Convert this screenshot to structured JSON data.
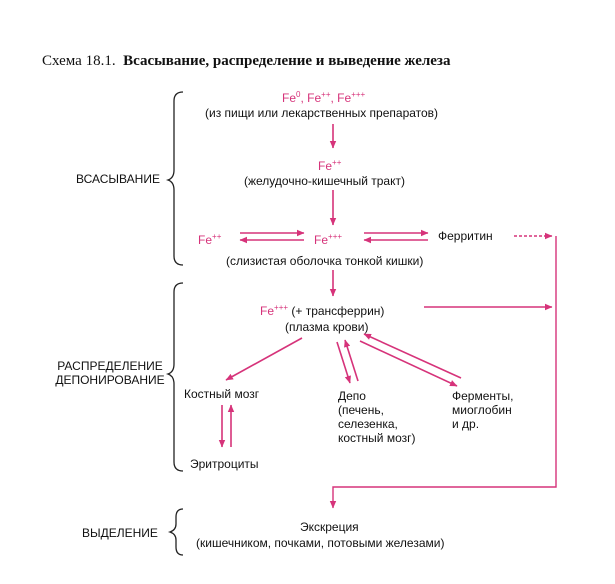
{
  "title": {
    "prefix": "Схема 18.1.",
    "main": "Всасывание, распределение и выведение железа"
  },
  "colors": {
    "accent": "#d6337a",
    "text": "#111111"
  },
  "sections": {
    "absorption": "ВСАСЫВАНИЕ",
    "distribution_1": "РАСПРЕДЕЛЕНИЕ",
    "distribution_2": "ДЕПОНИРОВАНИЕ",
    "excretion": "ВЫДЕЛЕНИЕ"
  },
  "nodes": {
    "fe_sources": {
      "fe0_base": "Fe",
      "fe0_sup": "0",
      "sep1": ", ",
      "fe2_base": "Fe",
      "fe2_sup": "++",
      "sep2": ", ",
      "fe3_base": "Fe",
      "fe3_sup": "+++"
    },
    "food_source": "(из пищи или лекарственных препаратов)",
    "fe2_gi": {
      "base": "Fe",
      "sup": "++"
    },
    "gi_tract": "(желудочно-кишечный тракт)",
    "fe2_left": {
      "base": "Fe",
      "sup": "++"
    },
    "fe3_mid": {
      "base": "Fe",
      "sup": "+++"
    },
    "ferritin": "Ферритин",
    "mucosa": "(слизистая оболочка тонкой кишки)",
    "fe3_plasma": {
      "base": "Fe",
      "sup": "+++",
      "rest": " (+ трансферрин)"
    },
    "plasma": "(плазма крови)",
    "bone_marrow": "Костный мозг",
    "erythrocytes": "Эритроциты",
    "depot": [
      "Депо",
      "(печень,",
      "селезенка,",
      "костный мозг)"
    ],
    "enzymes": [
      "Ферменты,",
      "миоглобин",
      "и др."
    ],
    "excretion_main": "Экскреция",
    "excretion_routes": "(кишечником, почками, потовыми железами)"
  }
}
